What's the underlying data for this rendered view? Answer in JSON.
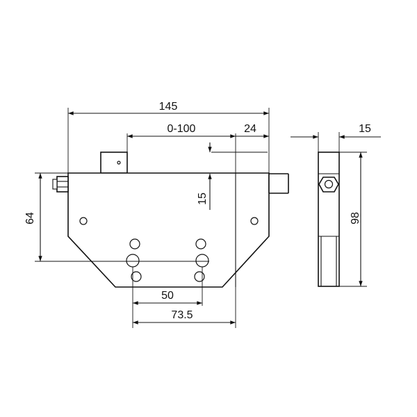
{
  "dimensions": {
    "overall_width": "145",
    "travel_range": "0-100",
    "tab_width": "24",
    "tab_offset": "15",
    "height": "64",
    "hole_spacing_inner": "50",
    "hole_spacing_outer": "73.5",
    "side_width": "15",
    "side_height": "98"
  },
  "colors": {
    "line": "#111111",
    "background": "#ffffff"
  }
}
